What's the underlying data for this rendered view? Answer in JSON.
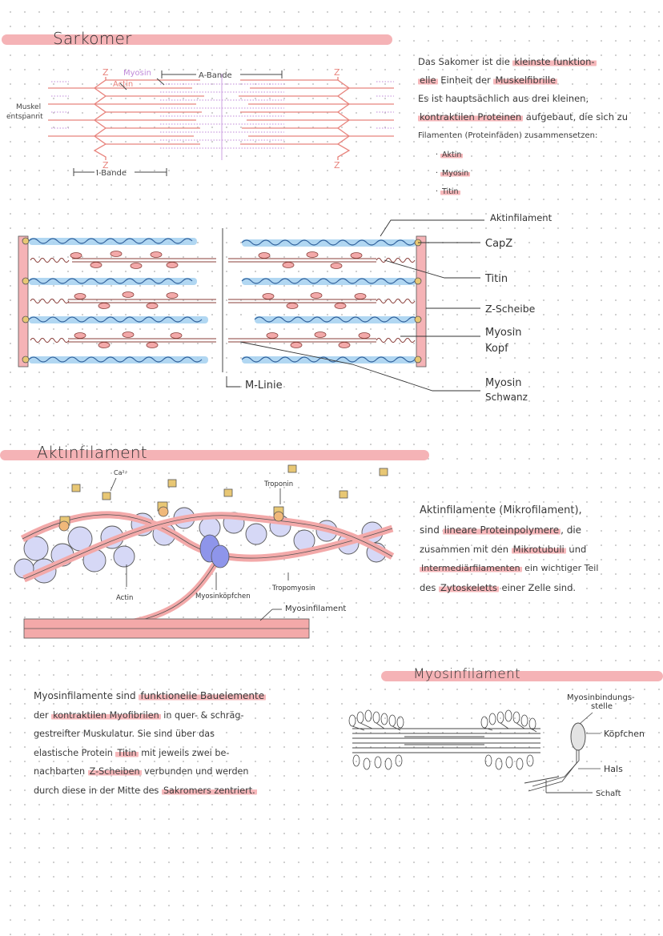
{
  "colors": {
    "highlight": "#f5b3b6",
    "red_line": "#e8847d",
    "violet": "#c08ad9",
    "blue": "#8ec6ea",
    "lavender": "#d6d8f6",
    "ink": "#333333"
  },
  "section1": {
    "title": "Sarkomer",
    "diagram1": {
      "z": "Z",
      "myosin": "Myosin",
      "actin": "Actin",
      "a_band": "A-Bande",
      "i_band": "I-Bande",
      "muscle_state_1": "Muskel",
      "muscle_state_2": "entspannt"
    },
    "intro": {
      "l1a": "Das Sakomer ist die ",
      "l1m": "kleinste funktion-",
      "l2m": "elle",
      "l2a": " Einheit der ",
      "l2m2": "Muskelfibrille",
      "l3": "Es ist hauptsächlich aus drei kleinen,",
      "l4m": "kontraktilen Proteinen",
      "l4a": " aufgebaut, die sich zu",
      "l5": "Filamenten (Proteinfäden) zusammensetzen:"
    },
    "list": [
      "Aktin",
      "Myosin",
      "Titin"
    ],
    "diagram2": {
      "labels": [
        "Aktinfilament",
        "CapZ",
        "Titin",
        "Z-Scheibe",
        "Myosin",
        "Kopf",
        "Myosin",
        "Schwanz"
      ],
      "m_line": "M-Linie"
    }
  },
  "section2": {
    "title": "Aktinfilament",
    "diagram": {
      "ca": "Ca²⁺",
      "troponin": "Troponin",
      "actin": "Actin",
      "myosin_heads": "Myosinköpfchen",
      "tropomyosin": "Tropomyosin",
      "myosin_filament": "Myosinfilament"
    },
    "text": {
      "l1": "Aktinfilamente (Mikrofilament),",
      "l2a": "sind ",
      "l2m": "lineare Proteinpolymere",
      "l2b": ", die",
      "l3a": "zusammen mit den ",
      "l3m": "Mikrotubuli",
      "l3b": " und",
      "l4m": "Intermediärfilamenten",
      "l4a": " ein wichtiger Teil",
      "l5a": "des ",
      "l5m": "Zytoskeletts",
      "l5b": " einer Zelle sind."
    }
  },
  "section3": {
    "title": "Myosinfilament",
    "text": {
      "l1a": "Myosinfilamente sind ",
      "l1m": "funktionelle Bauelemente",
      "l2a": "der ",
      "l2m": "kontraktilen Myofibrilen",
      "l2b": " in quer- & schräg-",
      "l3": "gestreifter Muskulatur. Sie sind über das",
      "l4a": "elastische Protein ",
      "l4m": "Titin",
      "l4b": " mit jeweils zwei be-",
      "l5a": "nachbarten ",
      "l5m": "Z-Scheiben",
      "l5b": " verbunden und werden",
      "l6a": "durch diese in der Mitte des ",
      "l6m": "Sakromers zentriert."
    },
    "diagram": {
      "binding_1": "Myosinbindungs-",
      "binding_2": "stelle",
      "head": "Köpfchen",
      "neck": "Hals",
      "shaft": "Schaft"
    }
  }
}
